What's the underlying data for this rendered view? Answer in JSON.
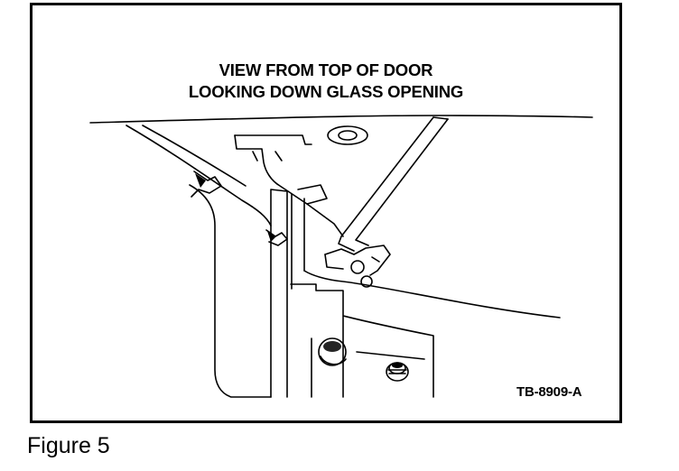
{
  "diagram": {
    "title_line1": "VIEW FROM TOP OF DOOR",
    "title_line2": "LOOKING DOWN GLASS OPENING",
    "code": "TB-8909-A"
  },
  "caption": "Figure 5",
  "colors": {
    "ink": "#000000",
    "paper": "#ffffff"
  }
}
